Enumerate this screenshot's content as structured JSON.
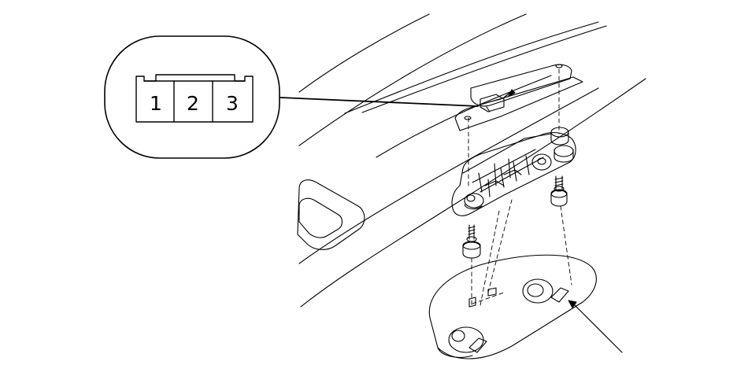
{
  "connector": {
    "pins": [
      {
        "label": "1"
      },
      {
        "label": "2"
      },
      {
        "label": "3"
      }
    ]
  },
  "colors": {
    "line": "#000000",
    "background": "#ffffff"
  }
}
